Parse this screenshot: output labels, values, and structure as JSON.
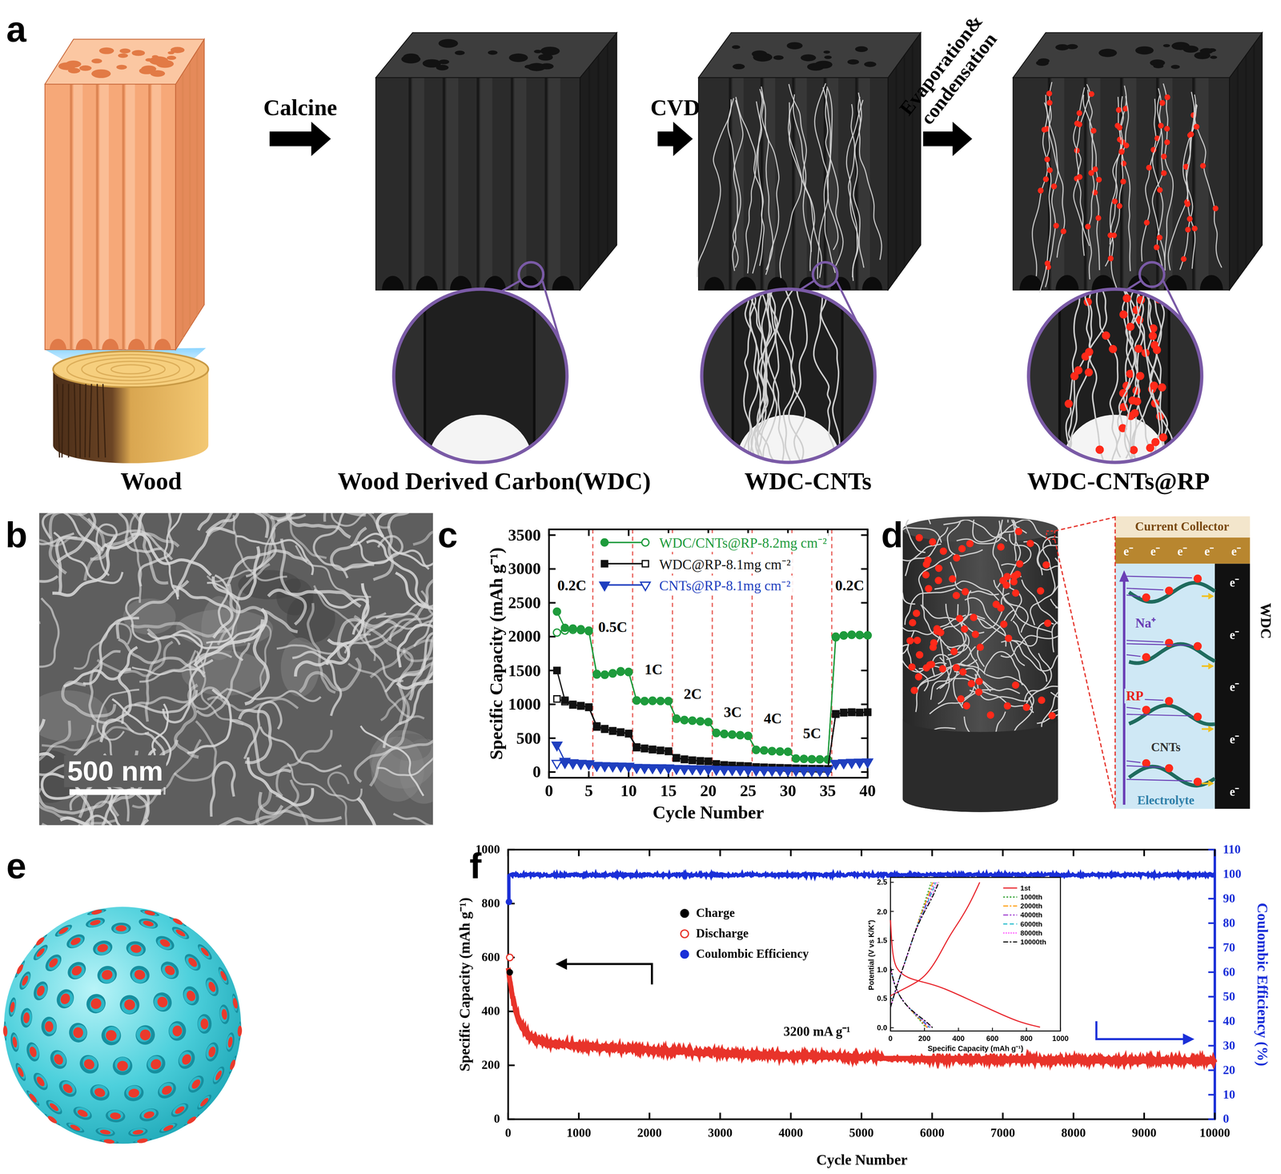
{
  "diagram": {
    "nodes": [
      {
        "text": [
          "Wood"
        ]
      },
      {
        "text": [
          "Wood Derived Carbon(WDC)"
        ]
      },
      {
        "text": [
          "WDC-CNTs"
        ]
      },
      {
        "text": [
          "WDC-CNTs@RP"
        ]
      },
      {
        "text": [
          "Current Collector",
          "e⁻",
          "e⁻",
          "e⁻",
          "e⁻",
          "e⁻"
        ]
      },
      {
        "text": [
          "e⁻",
          "e⁻",
          "e⁻",
          "e⁻",
          "e⁻"
        ]
      },
      {
        "text": [
          "Na⁺",
          "RP",
          "CNTs",
          "Electrolyte"
        ]
      }
    ],
    "edges": [
      {
        "from": 0,
        "to": 1,
        "arrow": "to",
        "label": "Calcine"
      },
      {
        "from": 1,
        "to": 2,
        "arrow": "to",
        "label": "CVD"
      },
      {
        "from": 2,
        "to": 3,
        "arrow": "to",
        "label": "Evaporation& condensation"
      }
    ],
    "labels": [
      "a",
      "b",
      "c",
      "d",
      "e",
      "f",
      "500 nm",
      "0",
      "500",
      "1000",
      "1500",
      "2000",
      "2500",
      "3000",
      "3500",
      "0",
      "5",
      "10",
      "15",
      "20",
      "25",
      "30",
      "35",
      "40",
      "Specific Capacity (mAh g⁻¹)",
      "Cycle Number",
      "0.2C",
      "0.5C",
      "1C",
      "2C",
      "3C",
      "4C",
      "5C",
      "0.2C",
      "WDC",
      "0",
      "200",
      "400",
      "600",
      "800",
      "1000",
      "0",
      "1000",
      "2000",
      "3000",
      "4000",
      "5000",
      "6000",
      "7000",
      "8000",
      "9000",
      "10000",
      "0",
      "10",
      "20",
      "30",
      "40",
      "50",
      "60",
      "70",
      "80",
      "90",
      "100",
      "110",
      "Specific Capacity (mAh g⁻¹)",
      "Cycle Number",
      "Coulombic Efficiency (%)",
      "3200 mA g⁻¹",
      "0.0",
      "0.5",
      "1.0",
      "1.5",
      "2.0",
      "2.5",
      "0",
      "200",
      "400",
      "600",
      "800",
      "1000",
      "Potential (V vs K/K⁺)",
      "Specific Capacity (mAh g⁻¹)"
    ],
    "legend": [
      {
        "text": "WDC/CNTs@RP-8.2mg cm⁻²"
      },
      {
        "text": "WDC@RP-8.1mg cm⁻²"
      },
      {
        "text": "CNTs@RP-8.1mg cm⁻²"
      },
      {
        "text": "Charge"
      },
      {
        "text": "Discharge"
      },
      {
        "text": "Coulombic Efficiency"
      },
      {
        "text": "1st"
      },
      {
        "text": "1000th"
      },
      {
        "text": "2000th"
      },
      {
        "text": "4000th"
      },
      {
        "text": "6000th"
      },
      {
        "text": "8000th"
      },
      {
        "text": "10000th"
      }
    ]
  }
}
